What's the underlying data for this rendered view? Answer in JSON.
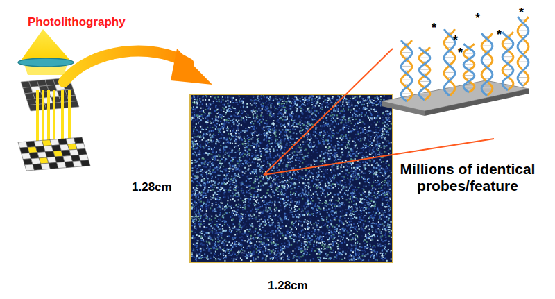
{
  "diagram": {
    "labels": [
      "Photolithography",
      "*",
      "*",
      "*",
      "*",
      "*",
      "*",
      "1.28cm",
      "Millions of identical probes/feature",
      "1.28cm"
    ]
  }
}
